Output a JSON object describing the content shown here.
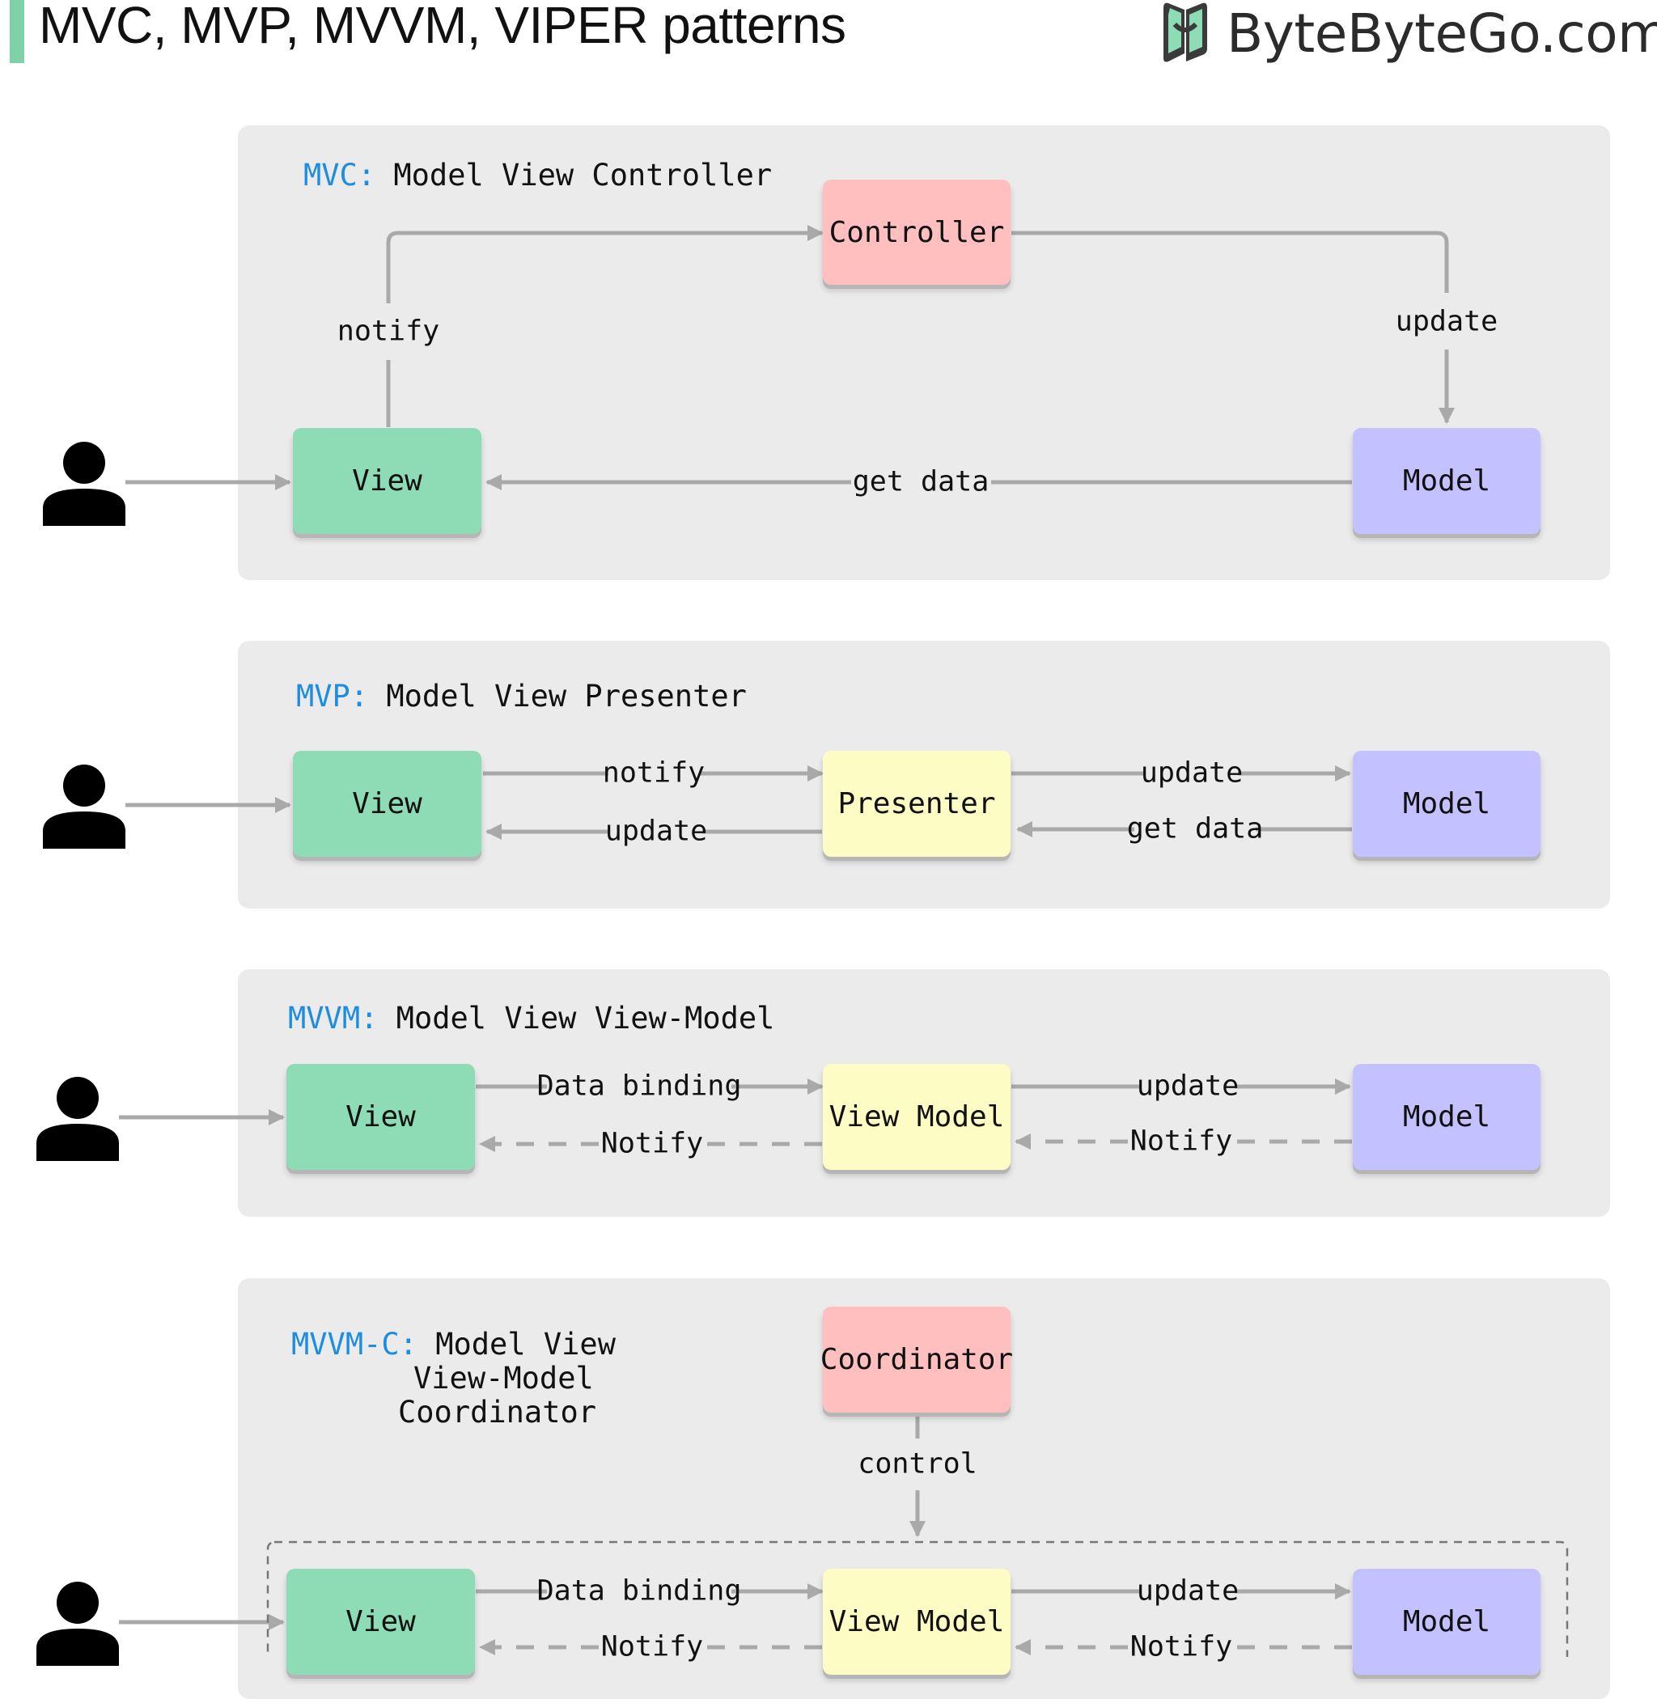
{
  "header": {
    "title": "MVC, MVP, MVVM, VIPER patterns",
    "brand": "ByteByteGo.com",
    "brand_icon": "bytebytego-logo-icon"
  },
  "colors": {
    "accent_bar": "#7fd1a8",
    "view": "#8edcb6",
    "controller": "#ffbfbf",
    "model": "#c3c1ff",
    "presenter": "#fcfcc4",
    "arrow": "#a9a9a9",
    "acronym": "#1d8de0"
  },
  "icons": {
    "user": "user-icon"
  },
  "mvc": {
    "acronym": "MVC:",
    "name": " Model View Controller",
    "view": "View",
    "controller": "Controller",
    "model": "Model",
    "notify": "notify",
    "update": "update",
    "get_data": "get data"
  },
  "mvp": {
    "acronym": "MVP:",
    "name": " Model View Presenter",
    "view": "View",
    "presenter": "Presenter",
    "model": "Model",
    "notify": "notify",
    "update_left": "update",
    "update_right": "update",
    "get_data": "get data"
  },
  "mvvm": {
    "acronym": "MVVM:",
    "name": " Model View View-Model",
    "view": "View",
    "view_model": "View Model",
    "model": "Model",
    "data_binding": "Data binding",
    "notify_left": "Notify",
    "update": "update",
    "notify_right": "Notify"
  },
  "mvvmc": {
    "acronym": "MVVM-C:",
    "name_line1": " Model View",
    "name_line2": "View-Model",
    "name_line3": "Coordinator",
    "coordinator": "Coordinator",
    "control": "control",
    "view": "View",
    "view_model": "View Model",
    "model": "Model",
    "data_binding": "Data binding",
    "notify_left": "Notify",
    "update": "update",
    "notify_right": "Notify"
  }
}
